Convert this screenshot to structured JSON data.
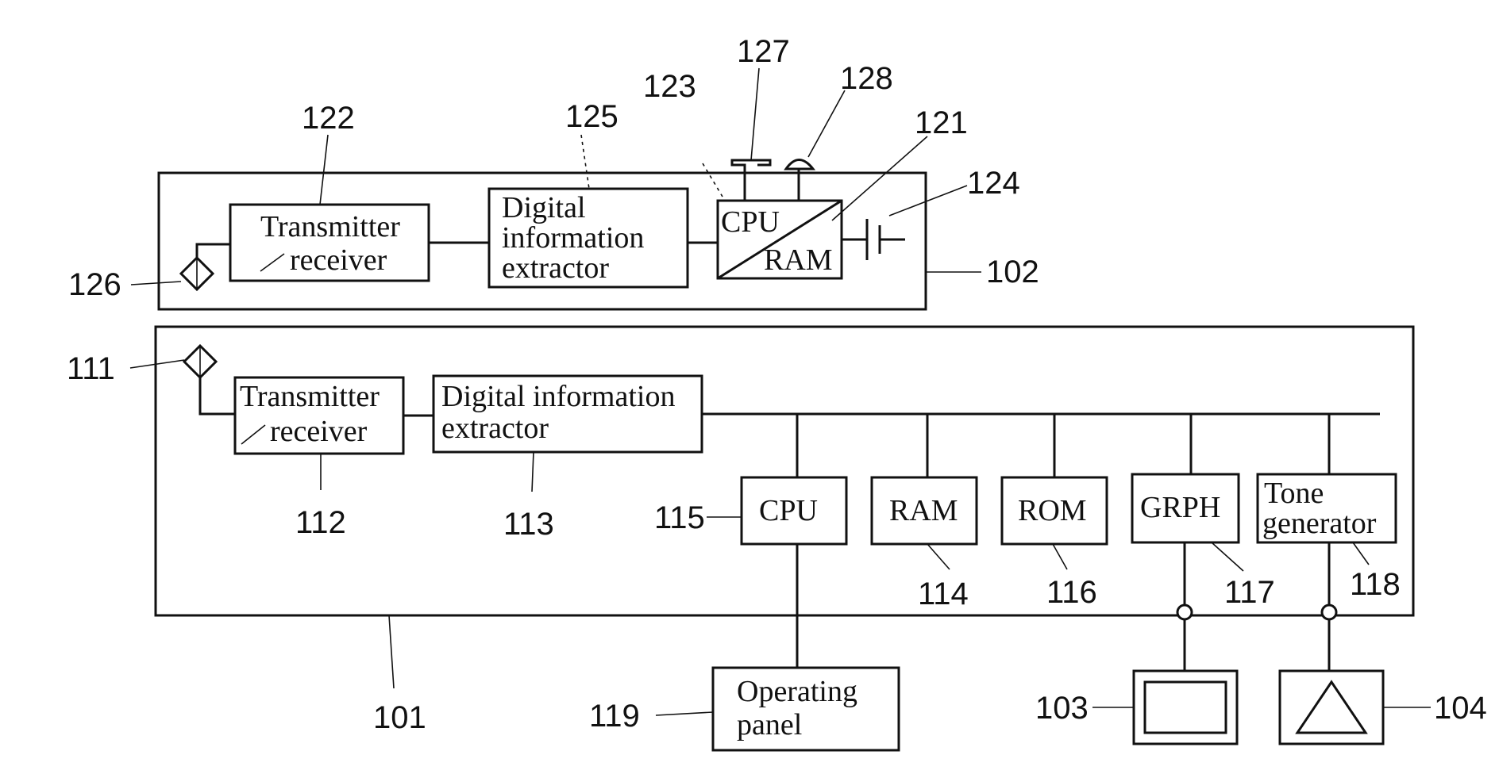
{
  "unit102": {
    "number": "102",
    "antenna_number": "126",
    "transmitter_number": "122",
    "extractor_number": "125",
    "cpu_ram_number": "123",
    "ram_ref_number": "121",
    "battery_number": "124",
    "button_number": "127",
    "led_number": "128",
    "transmitter_lines": [
      "Transmitter",
      "receiver"
    ],
    "extractor_lines": [
      "Digital",
      "information",
      "extractor"
    ],
    "cpu_label": "CPU",
    "ram_label": "RAM"
  },
  "unit101": {
    "number": "101",
    "antenna_number": "111",
    "transmitter_number": "112",
    "extractor_number": "113",
    "transmitter_lines": [
      "Transmitter",
      "receiver"
    ],
    "extractor_lines": [
      "Digital information",
      "extractor"
    ],
    "modules": [
      {
        "label": "CPU",
        "number": "115"
      },
      {
        "label": "RAM",
        "number": "114"
      },
      {
        "label": "ROM",
        "number": "116"
      },
      {
        "label": "GRPH",
        "number": "117"
      },
      {
        "label_lines": [
          "Tone",
          "generator"
        ],
        "number": "118"
      }
    ]
  },
  "peripherals": {
    "panel_lines": [
      "Operating",
      "panel"
    ],
    "panel_number": "119",
    "display_number": "103",
    "speaker_number": "104"
  }
}
